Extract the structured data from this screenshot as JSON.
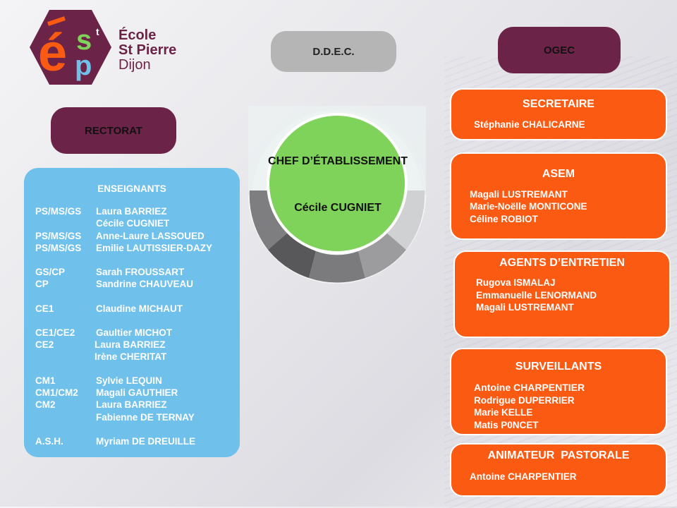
{
  "logo": {
    "line1": "École",
    "line2": "St Pierre",
    "line3": "Dijon",
    "colors": {
      "maroon": "#6b2447",
      "orange": "#fb5a12",
      "green": "#7fd35a",
      "blue": "#6fc0ea"
    }
  },
  "ddec": {
    "label": "D.D.E.C."
  },
  "ogec": {
    "label": "OGEC"
  },
  "rectorat": {
    "label": "RECTORAT"
  },
  "enseignants": {
    "title": "ENSEIGNANTS",
    "rows": [
      {
        "level": "PS/MS/GS",
        "name": "Laura BARRIEZ"
      },
      {
        "level": "",
        "name": "Cécile CUGNIET"
      },
      {
        "level": "PS/MS/GS",
        "name": "Anne-Laure LASSOUED"
      },
      {
        "level": "PS/MS/GS",
        "name": "Emilie LAUTISSIER-DAZY"
      },
      {
        "level": "GS/CP",
        "name": "Sarah FROUSSART"
      },
      {
        "level": "CP",
        "name": "Sandrine CHAUVEAU"
      },
      {
        "level": "CE1",
        "name": "Claudine MICHAUT"
      },
      {
        "level": "CE1/CE2",
        "name": "Gaultier MICHOT"
      },
      {
        "level": "CE2",
        "name": "Laura BARRIEZ"
      },
      {
        "level": "",
        "name": "Irène CHERITAT"
      },
      {
        "level": "CM1",
        "name": "Sylvie LEQUIN"
      },
      {
        "level": "CM1/CM2",
        "name": "Magali GAUTHIER"
      },
      {
        "level": "CM2",
        "name": "Laura BARRIEZ"
      },
      {
        "level": "",
        "name": "Fabienne DE TERNAY"
      },
      {
        "level": "A.S.H.",
        "name": "Myriam DE DREUILLE"
      }
    ]
  },
  "chef": {
    "title": "CHEF D’ÉTABLISSEMENT",
    "name": "Cécile CUGNIET"
  },
  "secretaire": {
    "title": "SECRETAIRE",
    "members": [
      "Stéphanie CHALICARNE"
    ]
  },
  "asem": {
    "title": "ASEM",
    "members": [
      "Magali LUSTREMANT",
      "Marie-Noëlle MONTICONE",
      "Céline ROBIOT"
    ]
  },
  "agents": {
    "title": "AGENTS D’ENTRETIEN",
    "members": [
      "Rugova ISMALAJ",
      "Emmanuelle LENORMAND",
      "Magali LUSTREMANT"
    ]
  },
  "surveillants": {
    "title": "SURVEILLANTS",
    "members": [
      "Antoine CHARPENTIER",
      "Rodrigue DUPERRIER",
      "Marie KELLE",
      "Matis P0NCET"
    ]
  },
  "pastorale": {
    "title": "ANIMATEUR  PASTORALE",
    "members": [
      "Antoine CHARPENTIER"
    ]
  }
}
